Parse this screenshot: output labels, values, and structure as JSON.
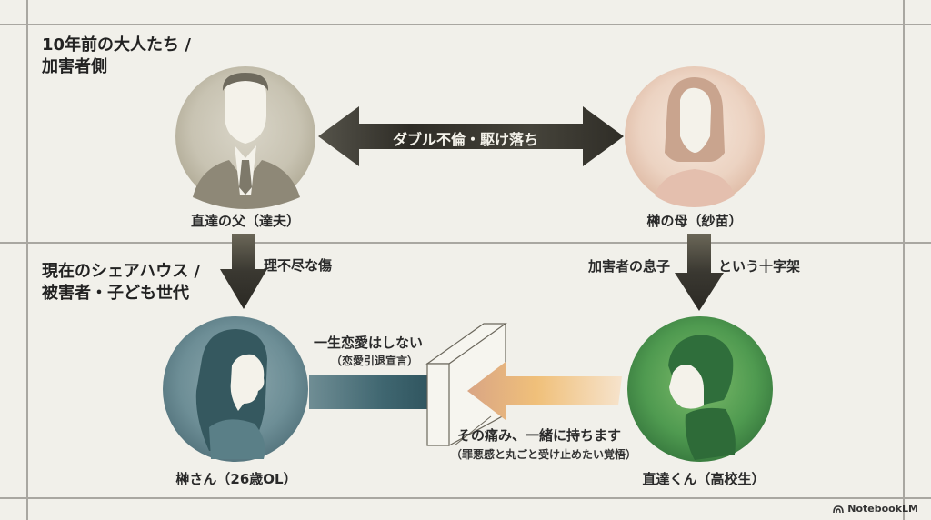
{
  "sections": {
    "top_title_line1": "10年前の大人たち /",
    "top_title_line2": "加害者側",
    "bottom_title_line1": "現在のシェアハウス /",
    "bottom_title_line2": "被害者・子ども世代"
  },
  "people": {
    "father": {
      "name": "直達の父（達夫）",
      "icon": "man-in-suit-silhouette-icon",
      "color": "#8f8a7a"
    },
    "mother": {
      "name": "榊の母（紗苗）",
      "icon": "woman-silhouette-icon",
      "color": "#e3c3b0"
    },
    "sakaki": {
      "name": "榊さん（26歳OL）",
      "icon": "woman-profile-silhouette-icon",
      "color": "#5e7f8a"
    },
    "naotatsu": {
      "name": "直達くん（高校生）",
      "icon": "boy-profile-silhouette-icon",
      "color": "#4f9a50"
    }
  },
  "relations": {
    "parents_link": "ダブル不倫・駆け落ち",
    "father_to_sakaki": "理不尽な傷",
    "mother_to_naotatsu_left": "加害者の息子",
    "mother_to_naotatsu_right": "という十字架",
    "sakaki_wall_main": "一生恋愛はしない",
    "sakaki_wall_sub": "（恋愛引退宣言）",
    "naotatsu_main": "その痛み、一緒に持ちます",
    "naotatsu_sub": "（罪悪感と丸ごと受け止めたい覚悟）"
  },
  "colors": {
    "background": "#f1f0ea",
    "grid": "#a9a7a1",
    "dark_arrow": "#3a3831",
    "blue_arrow": "#4a6d74",
    "orange_arrow": "#e9b27e"
  },
  "footer": {
    "brand": "NotebookLM"
  }
}
